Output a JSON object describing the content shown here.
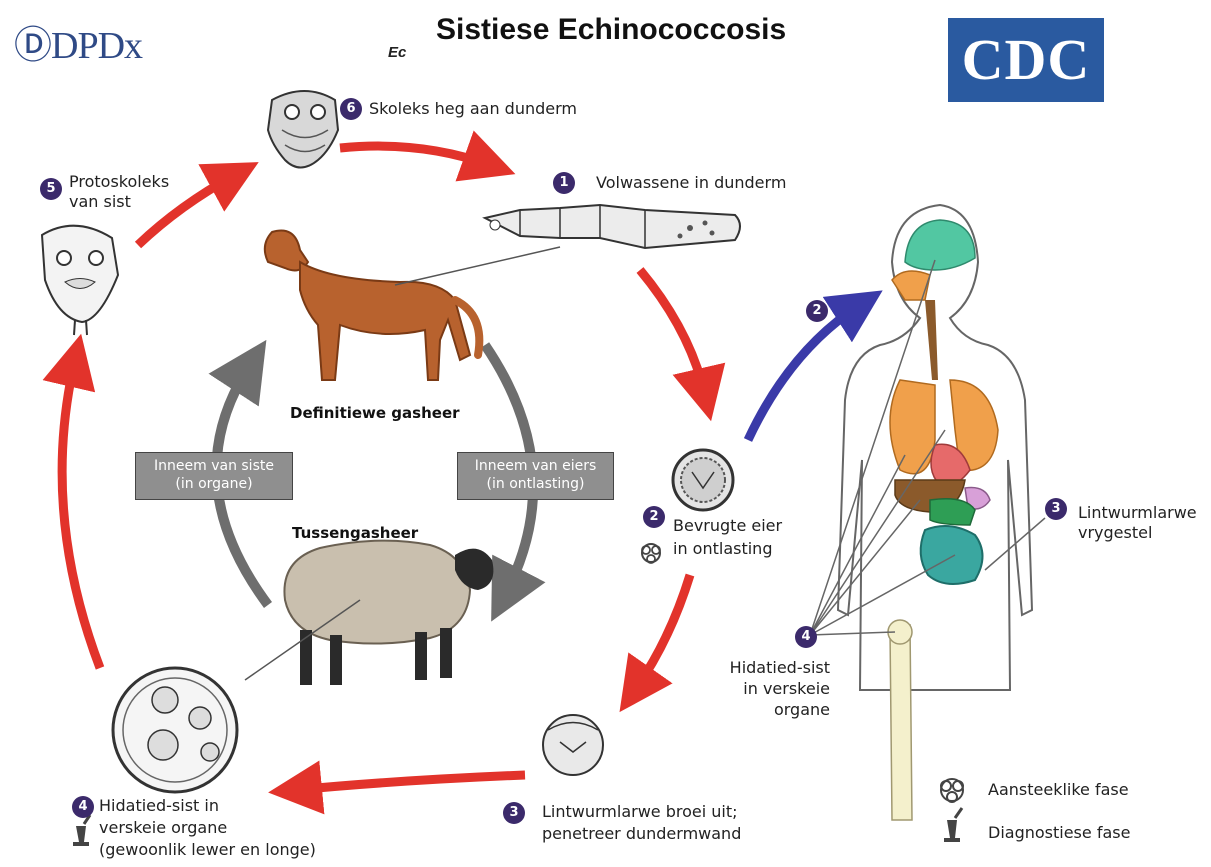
{
  "header": {
    "logo_left": "ⒹDPDx",
    "title": "Sistiese Echinococcosis",
    "ghost_text": "Ec",
    "logo_right": "CDC"
  },
  "hosts": {
    "definitive": "Definitiewe gasheer",
    "intermediate": "Tussengasheer"
  },
  "transmission_boxes": {
    "left_line1": "Inneem van siste",
    "left_line2": "(in organe)",
    "right_line1": "Inneem van eiers",
    "right_line2": "(in ontlasting)"
  },
  "stages": {
    "s6": {
      "num": "6",
      "text": "Skoleks heg aan dunderm"
    },
    "s1": {
      "num": "1",
      "text": "Volwassene in dunderm"
    },
    "s5": {
      "num": "5",
      "line1": "Protoskoleks",
      "line2": "van sist"
    },
    "s2_blue": {
      "num": "2"
    },
    "s2": {
      "num": "2",
      "line1": "Bevrugte eier",
      "line2": "in ontlasting"
    },
    "s3_right": {
      "num": "3",
      "line1": "Lintwurmlarwe",
      "line2": "vrygestel"
    },
    "s4_right": {
      "num": "4",
      "line1": "Hidatied-sist",
      "line2": "in verskeie",
      "line3": "organe"
    },
    "s3": {
      "num": "3",
      "line1": "Lintwurmlarwe broei uit;",
      "line2": "penetreer dundermwand"
    },
    "s4": {
      "num": "4",
      "line1": "Hidatied-sist in",
      "line2": "verskeie organe",
      "line3": "(gewoonlik lewer en longe)"
    }
  },
  "legend": {
    "infective": "Aansteeklike fase",
    "diagnostic": "Diagnostiese fase"
  },
  "colors": {
    "red_arrow": "#e2332b",
    "gray_arrow": "#6e6e6e",
    "blue_arrow": "#3a3aa8",
    "number_badge": "#3b2a6b",
    "dog": "#b8622e",
    "sheep_wool": "#c9bfae",
    "lungs": "#f0a04b",
    "brain": "#52c7a2",
    "liver": "#8b5a2b",
    "intestine": "#3aa7a0"
  }
}
